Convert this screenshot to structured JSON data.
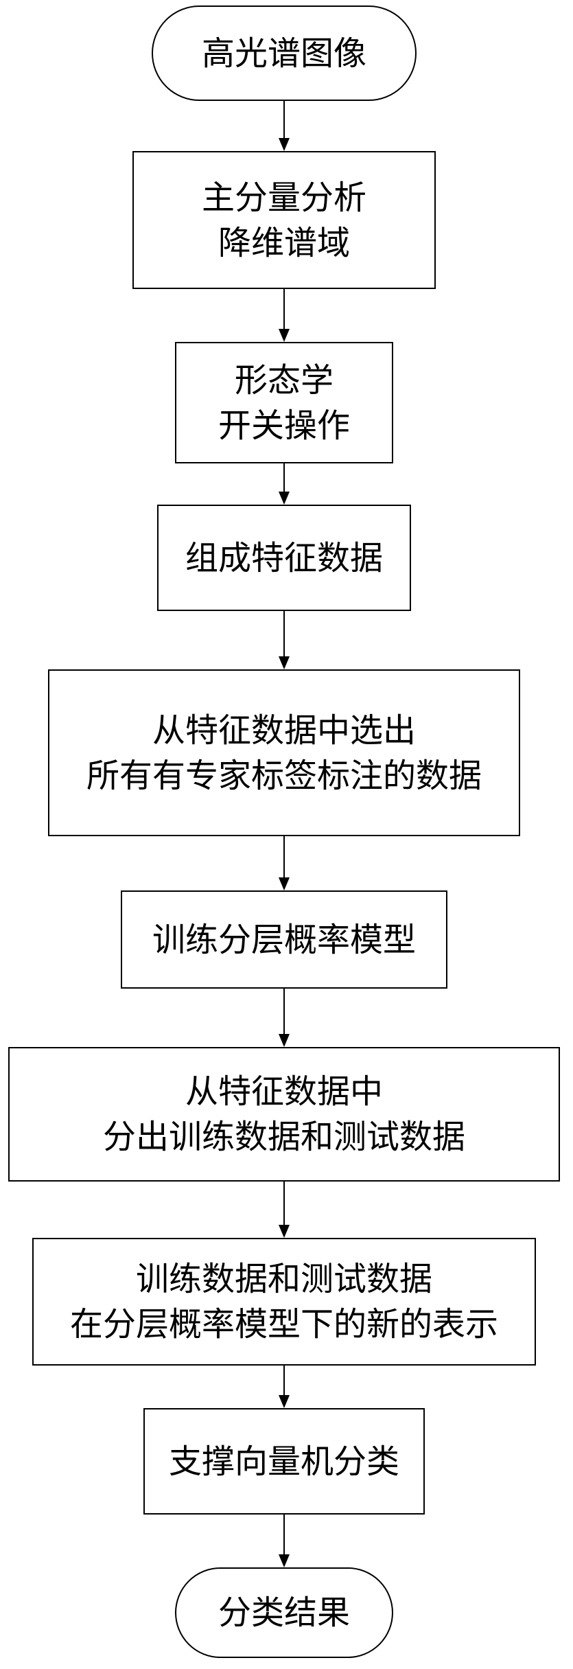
{
  "flowchart": {
    "nodes": [
      {
        "lines": [
          "高光谱图像"
        ]
      },
      {
        "lines": [
          "主分量分析",
          "降维谱域"
        ]
      },
      {
        "lines": [
          "形态学",
          "开关操作"
        ]
      },
      {
        "lines": [
          "组成特征数据"
        ]
      },
      {
        "lines": [
          "从特征数据中选出",
          "所有有专家标签标注的数据"
        ]
      },
      {
        "lines": [
          "训练分层概率模型"
        ]
      },
      {
        "lines": [
          "从特征数据中",
          "分出训练数据和测试数据"
        ]
      },
      {
        "lines": [
          "训练数据和测试数据",
          "在分层概率模型下的新的表示"
        ]
      },
      {
        "lines": [
          "支撑向量机分类"
        ]
      },
      {
        "lines": [
          "分类结果"
        ]
      }
    ],
    "colors": {
      "line": "#000000",
      "background": "#ffffff"
    }
  }
}
